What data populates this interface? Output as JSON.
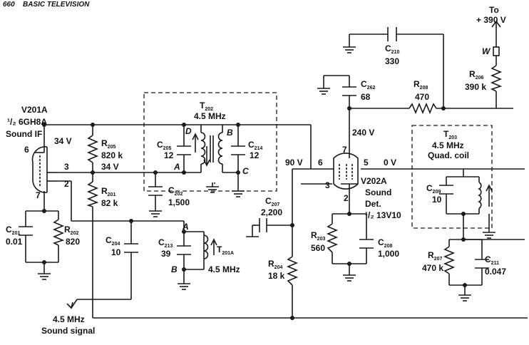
{
  "header": {
    "page_number": "660",
    "book_title": "BASIC TELEVISION"
  },
  "supply": {
    "to": "To",
    "voltage": "+ 390 V",
    "terminal": "W"
  },
  "tube_v201a": {
    "ref": "V201A",
    "type": "¹/₂ 6GH8A",
    "function": "Sound IF",
    "plate_voltage": "34 V",
    "screen_voltage": "34 V",
    "pin_plate": "6",
    "pin_screen": "3",
    "pin_grid": "2",
    "pin_cathode": "7"
  },
  "tube_v202a": {
    "ref": "V202A",
    "function1": "Sound",
    "function2": "Det.",
    "type": "¹/₂ 13V10",
    "plate_voltage": "240 V",
    "quad_grid_voltage": "0 V",
    "grid_voltage": "90 V",
    "pin_plate": "7",
    "pin_quad": "5",
    "pin_grid": "6",
    "pin_g1": "3",
    "pin_cathode": "2"
  },
  "t202": {
    "ref": "T",
    "sub": "202",
    "freq": "4.5 MHz",
    "term_a": "A",
    "term_b": "B",
    "term_c": "C",
    "term_d": "D"
  },
  "t203": {
    "ref": "T",
    "sub": "203",
    "freq": "4.5 MHz",
    "desc": "Quad. coil"
  },
  "t201a": {
    "ref": "T",
    "sub": "201A",
    "freq": "4.5 MHz",
    "term_a": "A",
    "term_b": "B"
  },
  "components": {
    "c201": {
      "ref": "C",
      "sub": "201",
      "value": "0.01"
    },
    "r202": {
      "ref": "R",
      "sub": "202",
      "value": "820"
    },
    "r205": {
      "ref": "R",
      "sub": "205",
      "value": "820 k"
    },
    "r201": {
      "ref": "R",
      "sub": "201",
      "value": "82 k"
    },
    "c204": {
      "ref": "C",
      "sub": "204",
      "value": "10"
    },
    "c213": {
      "ref": "C",
      "sub": "213",
      "value": "39"
    },
    "c205": {
      "ref": "C",
      "sub": "205",
      "value": "12"
    },
    "c214": {
      "ref": "C",
      "sub": "214",
      "value": "12"
    },
    "c202": {
      "ref": "C",
      "sub": "202",
      "value": "1,500"
    },
    "c207": {
      "ref": "C",
      "sub": "207",
      "value": "2,200"
    },
    "r204": {
      "ref": "R",
      "sub": "204",
      "value": "18 k"
    },
    "r203": {
      "ref": "R",
      "sub": "203",
      "value": "560"
    },
    "c208": {
      "ref": "C",
      "sub": "208",
      "value": "1,000"
    },
    "c262": {
      "ref": "C",
      "sub": "262",
      "value": "68"
    },
    "c210": {
      "ref": "C",
      "sub": "210",
      "value": "330"
    },
    "r208": {
      "ref": "R",
      "sub": "208",
      "value": "470"
    },
    "r206": {
      "ref": "R",
      "sub": "206",
      "value": "390 k"
    },
    "c209": {
      "ref": "C",
      "sub": "209",
      "value": "10"
    },
    "r207": {
      "ref": "R",
      "sub": "207",
      "value": "470 k"
    },
    "c211": {
      "ref": "C",
      "sub": "211",
      "value": "0.047"
    }
  },
  "input": {
    "line1": "4.5 MHz",
    "line2": "Sound signal"
  }
}
